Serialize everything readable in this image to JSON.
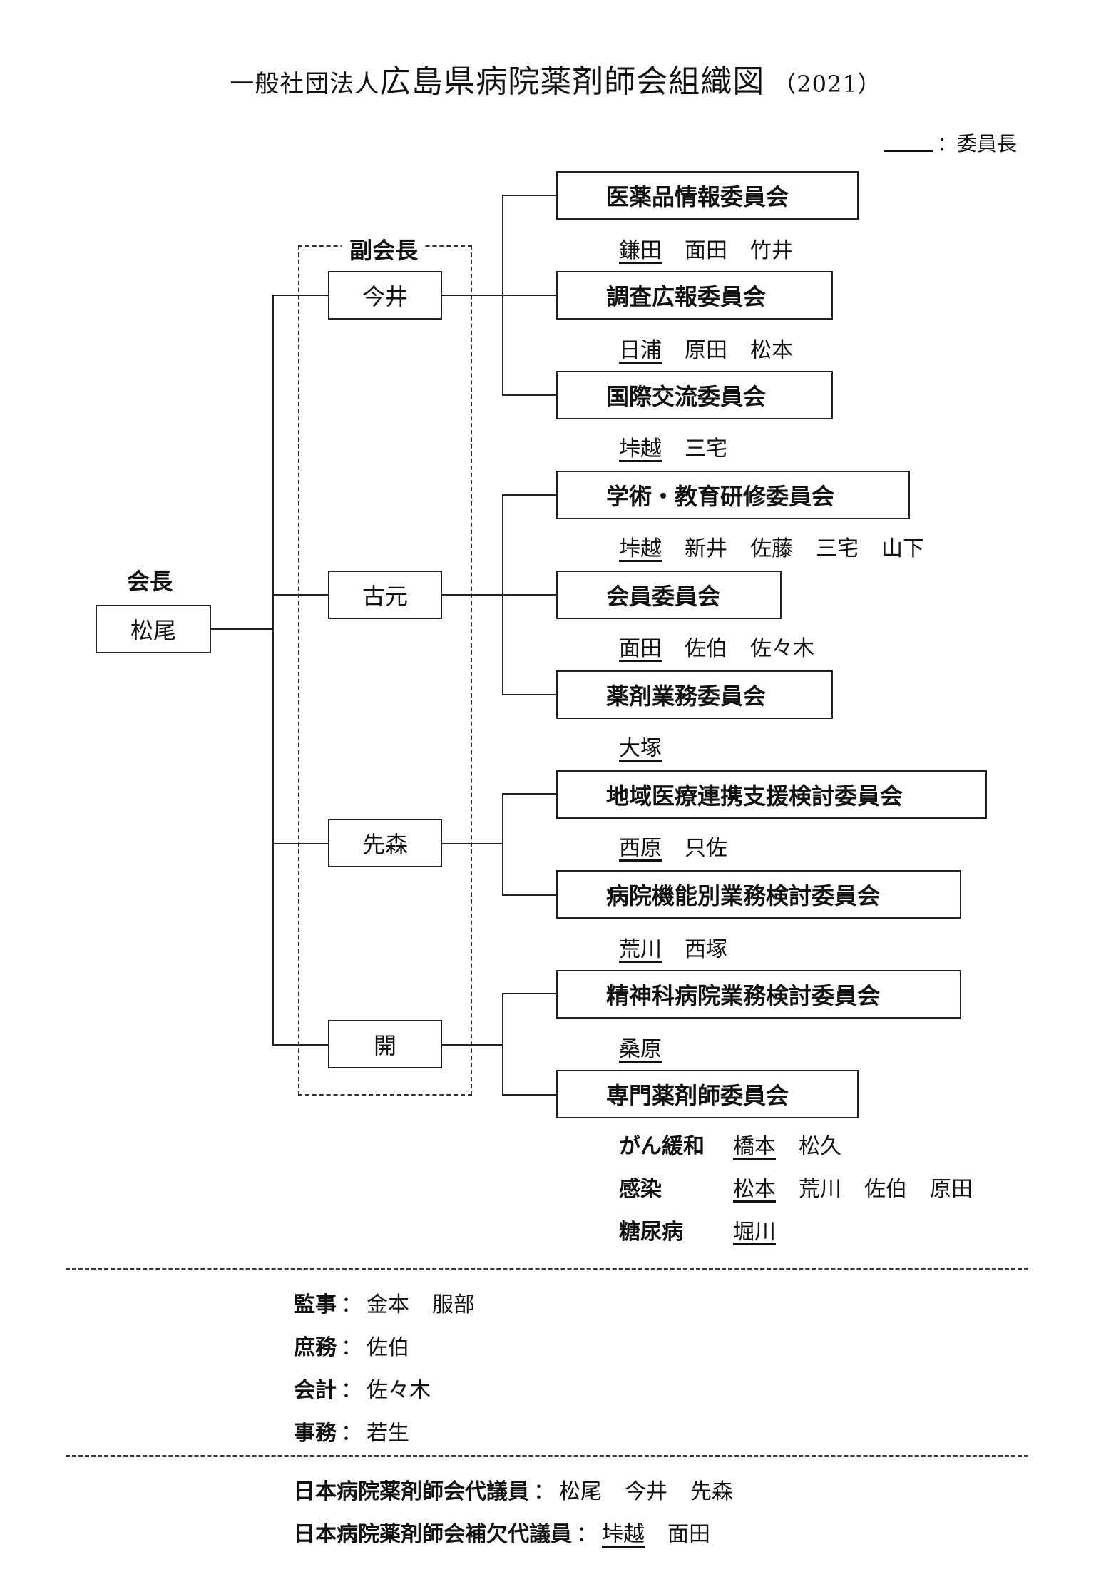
{
  "title": {
    "prefix": "一般社団法人",
    "main": "広島県病院薬剤師会組織図",
    "year": "（2021）"
  },
  "legend": {
    "label": "：委員長"
  },
  "president": {
    "heading": "会長",
    "name": "松尾"
  },
  "vice_presidents": {
    "heading": "副会長",
    "names": [
      "今井",
      "古元",
      "先森",
      "開"
    ]
  },
  "committees": [
    {
      "name": "医薬品情報委員会",
      "members": [
        "鎌田",
        "面田",
        "竹井"
      ]
    },
    {
      "name": "調査広報委員会",
      "members": [
        "日浦",
        "原田",
        "松本"
      ]
    },
    {
      "name": "国際交流委員会",
      "members": [
        "垰越",
        "三宅"
      ]
    },
    {
      "name": "学術・教育研修委員会",
      "members": [
        "垰越",
        "新井",
        "佐藤",
        "三宅",
        "山下"
      ]
    },
    {
      "name": "会員委員会",
      "members": [
        "面田",
        "佐伯",
        "佐々木"
      ]
    },
    {
      "name": "薬剤業務委員会",
      "members": [
        "大塚"
      ]
    },
    {
      "name": "地域医療連携支援検討委員会",
      "members": [
        "西原",
        "只佐"
      ]
    },
    {
      "name": "病院機能別業務検討委員会",
      "members": [
        "荒川",
        "西塚"
      ]
    },
    {
      "name": "精神科病院業務検討委員会",
      "members": [
        "桑原"
      ]
    },
    {
      "name": "専門薬剤師委員会",
      "members": []
    }
  ],
  "specialist_groups": [
    {
      "label": "がん緩和",
      "members": [
        "橋本",
        "松久"
      ]
    },
    {
      "label": "感染",
      "members": [
        "松本",
        "荒川",
        "佐伯",
        "原田"
      ]
    },
    {
      "label": "糖尿病",
      "members": [
        "堀川"
      ]
    }
  ],
  "officers": [
    {
      "role": "監事",
      "sep": "：",
      "names": [
        "金本",
        "服部"
      ]
    },
    {
      "role": "庶務",
      "sep": "：",
      "names": [
        "佐伯"
      ]
    },
    {
      "role": "会計",
      "sep": "：",
      "names": [
        "佐々木"
      ]
    },
    {
      "role": "事務",
      "sep": "：",
      "names": [
        "若生"
      ]
    }
  ],
  "delegates": [
    {
      "role": "日本病院薬剤師会代議員",
      "sep": "：",
      "names": [
        "松尾",
        "今井",
        "先森"
      ]
    },
    {
      "role": "日本病院薬剤師会補欠代議員",
      "sep": "：",
      "names": [
        "垰越",
        "面田"
      ]
    }
  ]
}
